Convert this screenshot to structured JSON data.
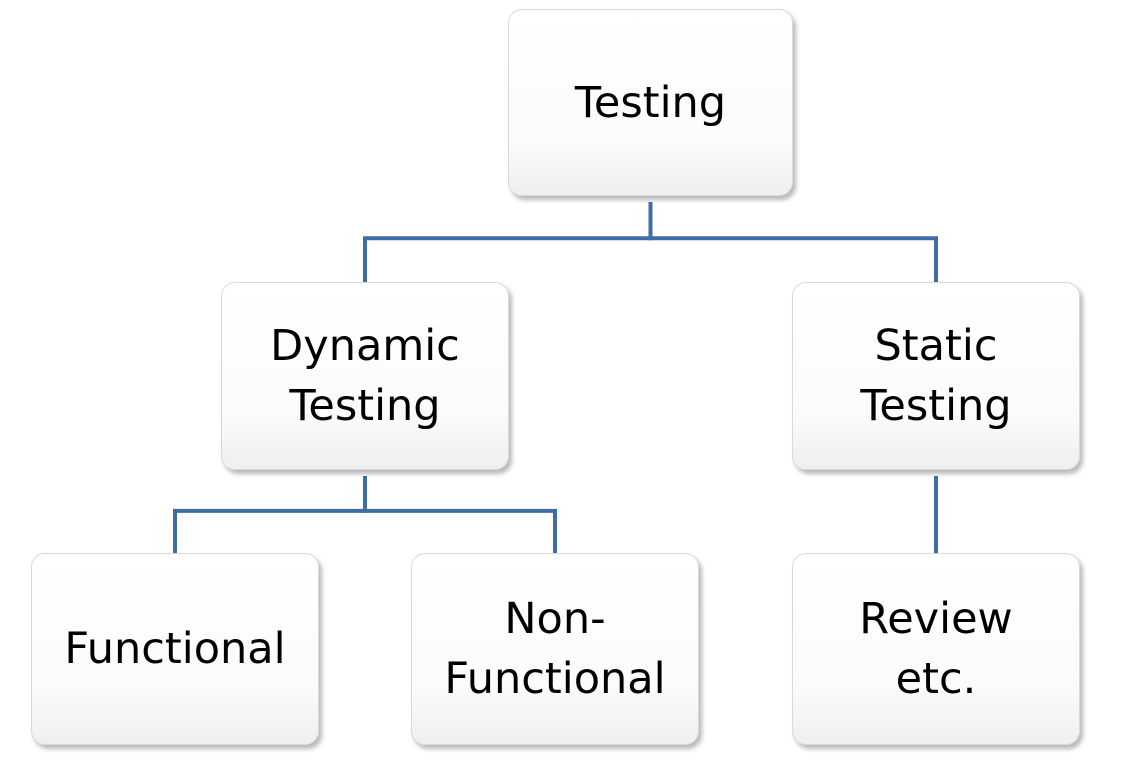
{
  "diagram": {
    "connector_color": "#3f6ea6",
    "nodes": {
      "root": "Testing",
      "dynamic": "Dynamic\nTesting",
      "static": "Static\nTesting",
      "functional": "Functional",
      "non_functional": "Non-\nFunctional",
      "review": "Review\netc."
    },
    "edges": [
      [
        "root",
        "dynamic"
      ],
      [
        "root",
        "static"
      ],
      [
        "dynamic",
        "functional"
      ],
      [
        "dynamic",
        "non_functional"
      ],
      [
        "static",
        "review"
      ]
    ]
  }
}
